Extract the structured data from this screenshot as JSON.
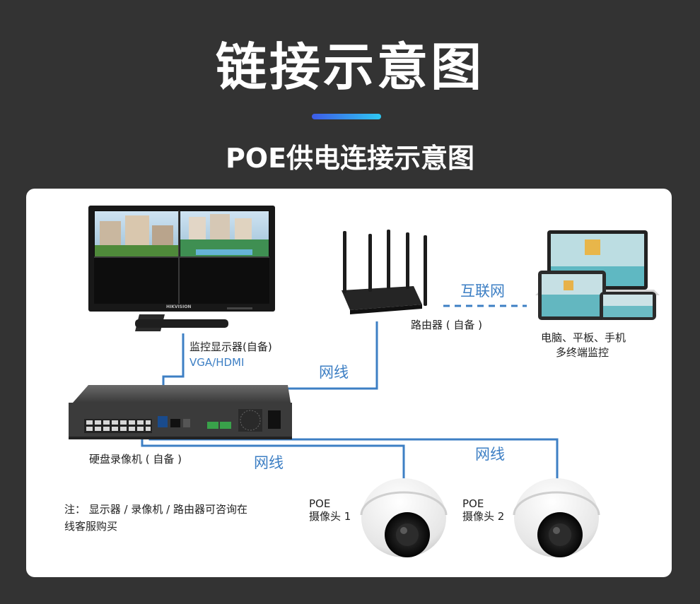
{
  "header": {
    "title": "链接示意图",
    "subtitle": "POE供电连接示意图"
  },
  "monitor": {
    "label": "监控显示器(自备)",
    "port_label": "VGA/HDMI",
    "brand": "HIKVISION"
  },
  "router": {
    "label": "路由器 ( 自备 )"
  },
  "internet": {
    "label": "互联网"
  },
  "devices": {
    "line1": "电脑、平板、手机",
    "line2": "多终端监控"
  },
  "nvr": {
    "label": "硬盘录像机 ( 自备 )"
  },
  "cables": {
    "router_cable": "网线",
    "camera1_cable": "网线",
    "camera2_cable": "网线"
  },
  "cameras": [
    {
      "line1": "POE",
      "line2": "摄像头 1"
    },
    {
      "line1": "POE",
      "line2": "摄像头 2"
    }
  ],
  "note": {
    "line1": "注：  显示器 / 录像机 / 路由器可咨询在",
    "line2": "线客服购买"
  },
  "colors": {
    "background": "#333333",
    "panel": "#ffffff",
    "cable": "#3d7fc4",
    "accent_start": "#3d5be8",
    "accent_end": "#2ec8f2"
  }
}
